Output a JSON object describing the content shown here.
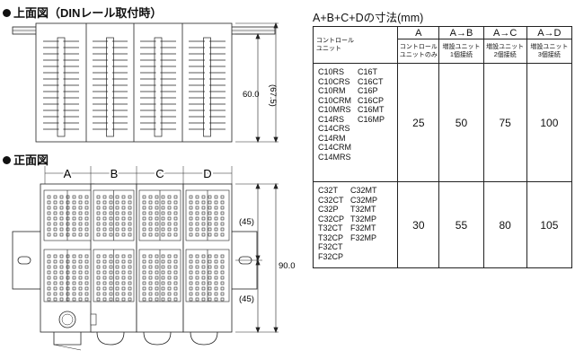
{
  "headings": {
    "top_view": "上面図（DINレール取付時）",
    "front_view": "正面図"
  },
  "dimensions": {
    "top_height": "60.0",
    "top_height_paren": "(67.5)",
    "front_height": "90.0",
    "front_upper": "(45)",
    "front_lower": "(45)",
    "spans": [
      "A",
      "B",
      "C",
      "D"
    ]
  },
  "table": {
    "title": "A+B+C+Dの寸法(mm)",
    "columns": [
      "A",
      "A→B",
      "A→C",
      "A→D"
    ],
    "model_header_lines": [
      "コントロール",
      "ユニット"
    ],
    "subheaders": [
      [
        "コントロール",
        "ユニットのみ"
      ],
      [
        "増設ユニット",
        "1個接続"
      ],
      [
        "増設ユニット",
        "2個接続"
      ],
      [
        "増設ユニット",
        "3個接続"
      ]
    ],
    "rows": [
      {
        "models_col1": [
          "C10RS",
          "C10CRS",
          "C10RM",
          "C10CRM",
          "C10MRS",
          "C14RS",
          "C14CRS",
          "C14RM",
          "C14CRM",
          "C14MRS"
        ],
        "models_col2": [
          "C16T",
          "C16CT",
          "C16P",
          "C16CP",
          "C16MT",
          "C16MP"
        ],
        "values": [
          "25",
          "50",
          "75",
          "100"
        ]
      },
      {
        "models_col1": [
          "C32T",
          "C32CT",
          "C32P",
          "C32CP",
          "T32CT",
          "T32CP",
          "F32CT",
          "F32CP"
        ],
        "models_col2": [
          "C32MT",
          "C32MP",
          "T32MT",
          "T32MP",
          "F32MT",
          "F32MP"
        ],
        "values": [
          "30",
          "55",
          "80",
          "105"
        ]
      }
    ]
  }
}
